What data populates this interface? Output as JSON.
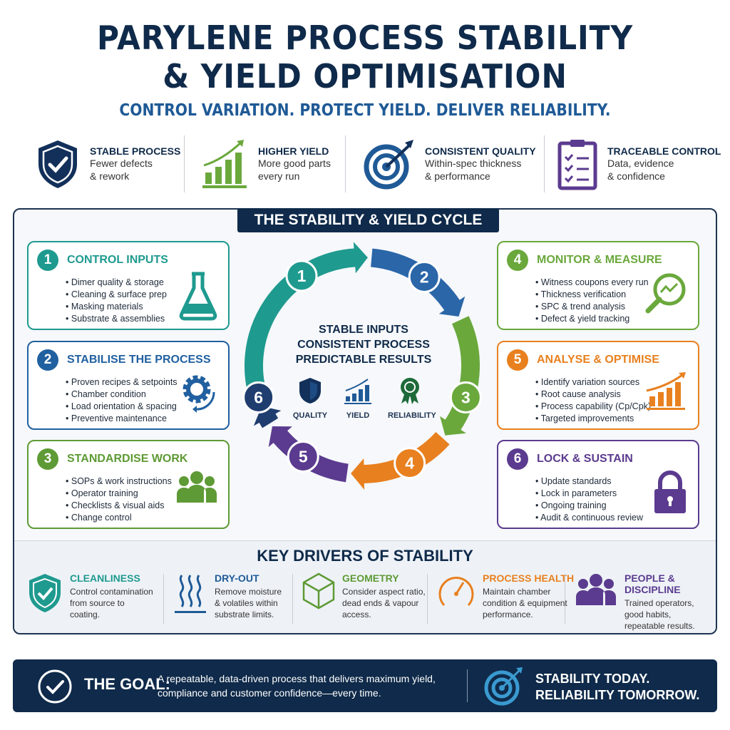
{
  "header": {
    "title_line1": "PARYLENE PROCESS STABILITY",
    "title_line2": "& YIELD OPTIMISATION",
    "subtitle": "CONTROL VARIATION. PROTECT YIELD. DELIVER RELIABILITY."
  },
  "benefits": [
    {
      "title": "STABLE PROCESS",
      "line1": "Fewer defects",
      "line2": "& rework",
      "icon": "shield-check-icon",
      "color": "#12305a"
    },
    {
      "title": "HIGHER YIELD",
      "line1": "More good parts",
      "line2": "every run",
      "icon": "bar-chart-up-icon",
      "color": "#6aa83c"
    },
    {
      "title": "CONSISTENT QUALITY",
      "line1": "Within-spec thickness",
      "line2": "& performance",
      "icon": "target-icon",
      "color": "#1f5a96"
    },
    {
      "title": "TRACEABLE  CONTROL",
      "line1": "Data, evidence",
      "line2": "& confidence",
      "icon": "clipboard-checklist-icon",
      "color": "#5b3b8f"
    }
  ],
  "cycle": {
    "title": "THE STABILITY & YIELD CYCLE",
    "center": {
      "line1": "STABLE INPUTS",
      "line2": "CONSISTENT PROCESS",
      "line3": "PREDICTABLE RESULTS",
      "icons": [
        {
          "label": "QUALITY",
          "icon": "shield-icon"
        },
        {
          "label": "YIELD",
          "icon": "bar-chart-icon"
        },
        {
          "label": "RELIABILITY",
          "icon": "award-ribbon-icon"
        }
      ]
    },
    "steps": [
      {
        "num": "1",
        "title": "CONTROL INPUTS",
        "color": "#1f9a8f",
        "icon": "flask-icon",
        "items": [
          "Dimer quality & storage",
          "Cleaning & surface prep",
          "Masking materials",
          "Substrate & assemblies"
        ]
      },
      {
        "num": "2",
        "title": "STABILISE THE PROCESS",
        "color": "#2160a0",
        "icon": "gear-cycle-icon",
        "items": [
          "Proven recipes & setpoints",
          "Chamber condition",
          "Load orientation & spacing",
          "Preventive maintenance"
        ]
      },
      {
        "num": "3",
        "title": "STANDARDISE WORK",
        "color": "#5e9a35",
        "icon": "people-icon",
        "items": [
          "SOPs & work instructions",
          "Operator training",
          "Checklists & visual aids",
          "Change control"
        ]
      },
      {
        "num": "4",
        "title": "MONITOR & MEASURE",
        "color": "#6aa83c",
        "icon": "magnifier-trend-icon",
        "items": [
          "Witness coupons every run",
          "Thickness verification",
          "SPC & trend analysis",
          "Defect & yield tracking"
        ]
      },
      {
        "num": "5",
        "title": "ANALYSE & OPTIMISE",
        "color": "#e8801f",
        "icon": "bar-chart-up-icon",
        "items": [
          "Identify variation sources",
          "Root cause analysis",
          "Process capability (Cp/Cpk)",
          "Targeted improvements"
        ]
      },
      {
        "num": "6",
        "title": "LOCK & SUSTAIN",
        "color": "#5b3b8f",
        "icon": "padlock-icon",
        "items": [
          "Update standards",
          "Lock in parameters",
          "Ongoing training",
          "Audit & continuous review"
        ]
      }
    ],
    "ring_colors": [
      "#1f9a8f",
      "#2a66a8",
      "#6aa83c",
      "#e8801f",
      "#5b3b8f",
      "#1f3d6e"
    ]
  },
  "drivers": {
    "title": "KEY DRIVERS OF STABILITY",
    "items": [
      {
        "title": "CLEANLINESS",
        "text": [
          "Control contamination",
          "from source to",
          "coating."
        ],
        "color": "#1f9a8f",
        "icon": "shield-check-icon"
      },
      {
        "title": "DRY-OUT",
        "text": [
          "Remove moisture",
          "& volatiles within",
          "substrate limits."
        ],
        "color": "#1f5a96",
        "icon": "heat-waves-icon"
      },
      {
        "title": "GEOMETRY",
        "text": [
          "Consider aspect ratio,",
          "dead ends & vapour",
          "access."
        ],
        "color": "#5e9a35",
        "icon": "cube-icon"
      },
      {
        "title": "PROCESS HEALTH",
        "text": [
          "Maintain chamber",
          "condition & equipment",
          "performance."
        ],
        "color": "#e8801f",
        "icon": "gauge-icon"
      },
      {
        "title": "PEOPLE & DISCIPLINE",
        "text": [
          "Trained operators,",
          "good habits,",
          "repeatable results."
        ],
        "color": "#5b3b8f",
        "icon": "people-icon"
      }
    ]
  },
  "goal": {
    "label": "THE GOAL:",
    "line1": "A repeatable, data-driven process that delivers maximum yield,",
    "line2": "compliance and customer confidence—every time.",
    "tag1": "STABILITY TODAY.",
    "tag2": "RELIABILITY TOMORROW.",
    "accent": "#3a9ad0"
  }
}
